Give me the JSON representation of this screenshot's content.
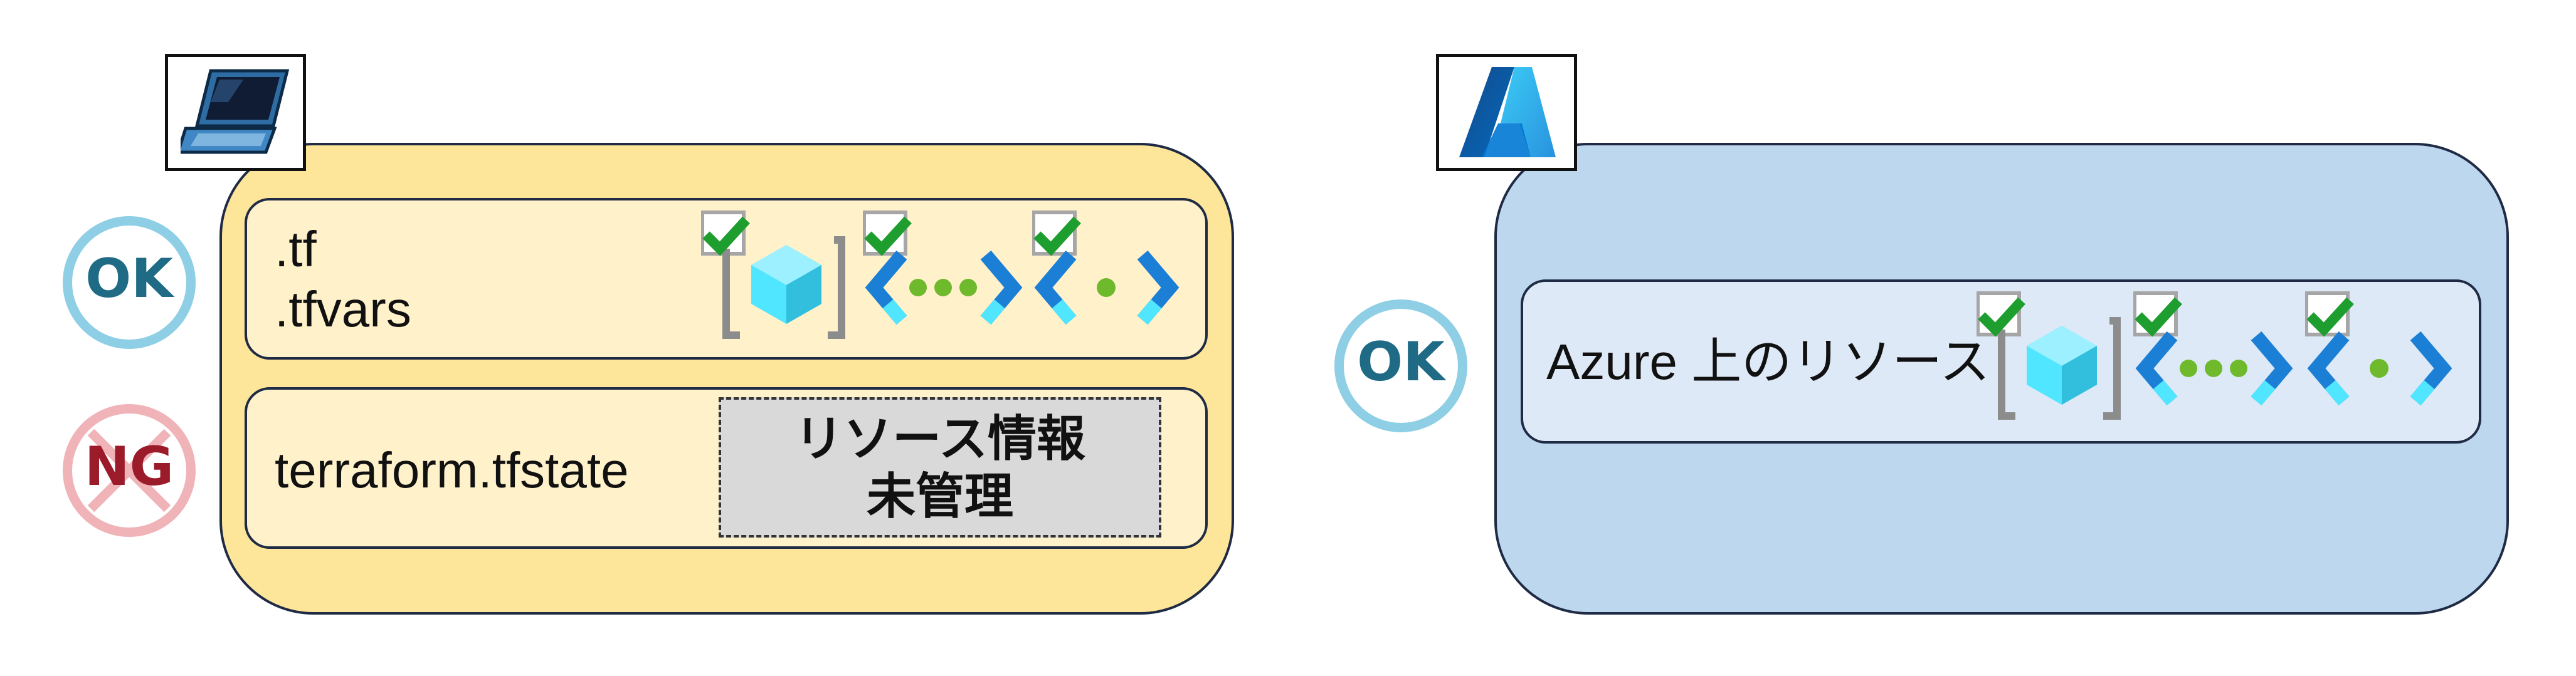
{
  "local": {
    "files_line1": ".tf",
    "files_line2": ".tfvars",
    "state_label": "terraform.tfstate",
    "unmanaged_line1": "リソース情報",
    "unmanaged_line2": "未管理"
  },
  "azure": {
    "resources_label": "Azure 上のリソース"
  },
  "badges": {
    "ok": "OK",
    "ng": "NG"
  },
  "icons": [
    "laptop-icon",
    "azure-logo-icon",
    "resource-group-icon",
    "vnet-icon",
    "subnet-icon",
    "checkmark-icon"
  ],
  "colors": {
    "local_panel": "#fde59a",
    "azure_panel": "#bdd7ee",
    "ok_ring": "#8fcfe6",
    "ok_text": "#1f6b86",
    "ng_ring": "#f0b3b8",
    "ng_text": "#9b1b2a",
    "check": "#1e9e2f"
  }
}
